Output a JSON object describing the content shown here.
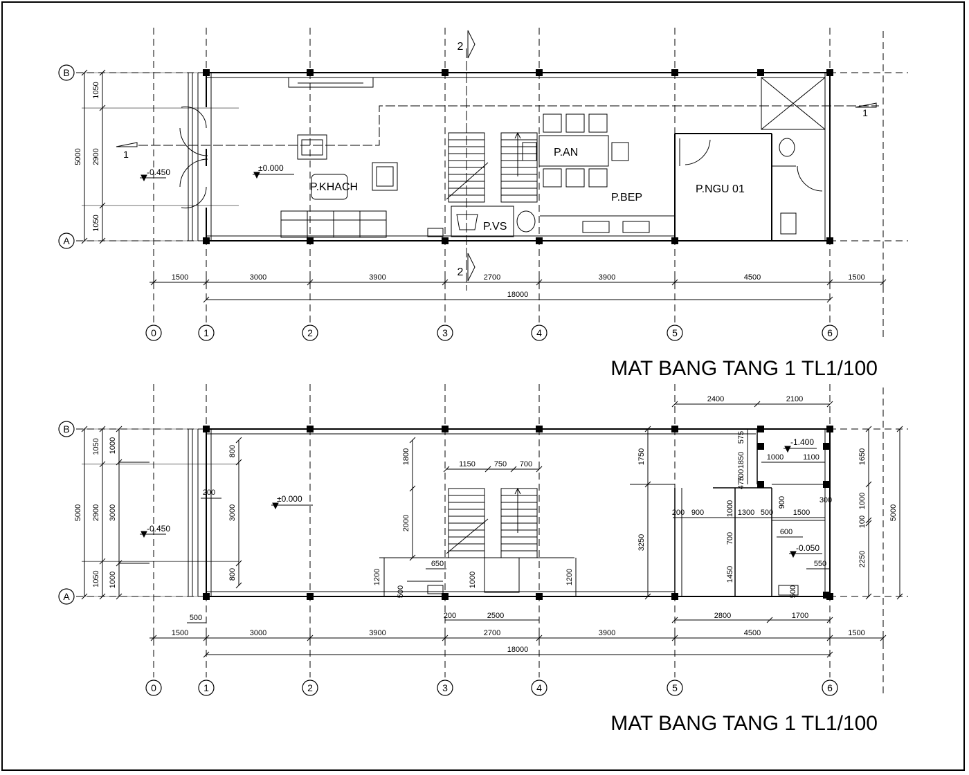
{
  "titles": {
    "top": "MAT BANG TANG 1 TL1/100",
    "bottom": "MAT BANG TANG 1 TL1/100"
  },
  "grid": {
    "cols": [
      "0",
      "1",
      "2",
      "3",
      "4",
      "5",
      "6"
    ],
    "rows": [
      "A",
      "B"
    ]
  },
  "dims": {
    "spans": [
      "1500",
      "3000",
      "3900",
      "2700",
      "3900",
      "4500",
      "1500"
    ],
    "total": "18000",
    "left_top": [
      "1050",
      "2900",
      "1050"
    ],
    "left_total": "5000",
    "bottom_left_inner": [
      "1000",
      "3000",
      "1000"
    ],
    "wc_top": [
      "2400",
      "2100"
    ],
    "wc_bottom": [
      "2800",
      "1700"
    ],
    "right_inner": [
      "1650",
      "1000",
      "100",
      "2250"
    ],
    "right_total": "5000"
  },
  "rooms": {
    "khach": "P.KHACH",
    "an": "P.AN",
    "bep": "P.BEP",
    "ngu": "P.NGU 01",
    "vs": "P.VS"
  },
  "levels": {
    "outside": "-0.450",
    "floor": "±0.000",
    "wc": "-1.400",
    "wc2": "-0.050"
  },
  "sections": {
    "s1": "1",
    "s2": "2"
  },
  "details": {
    "stair": [
      "1150",
      "750",
      "700"
    ],
    "stair_h": [
      "1800",
      "2000"
    ],
    "stair_base": [
      "650",
      "1000"
    ],
    "left_walls": [
      "800",
      "3000",
      "800"
    ],
    "jambs": [
      "1200",
      "500",
      "1200"
    ],
    "base_dims": [
      "500",
      "200",
      "2500"
    ],
    "small_200": "200",
    "col5": [
      "1750",
      "3250"
    ],
    "wc_dims": [
      "1850",
      "700",
      "475",
      "575",
      "1000",
      "1100",
      "900",
      "1300",
      "500",
      "200",
      "900",
      "1500",
      "300",
      "600",
      "700",
      "1450",
      "1000",
      "550",
      "500",
      "900"
    ]
  }
}
